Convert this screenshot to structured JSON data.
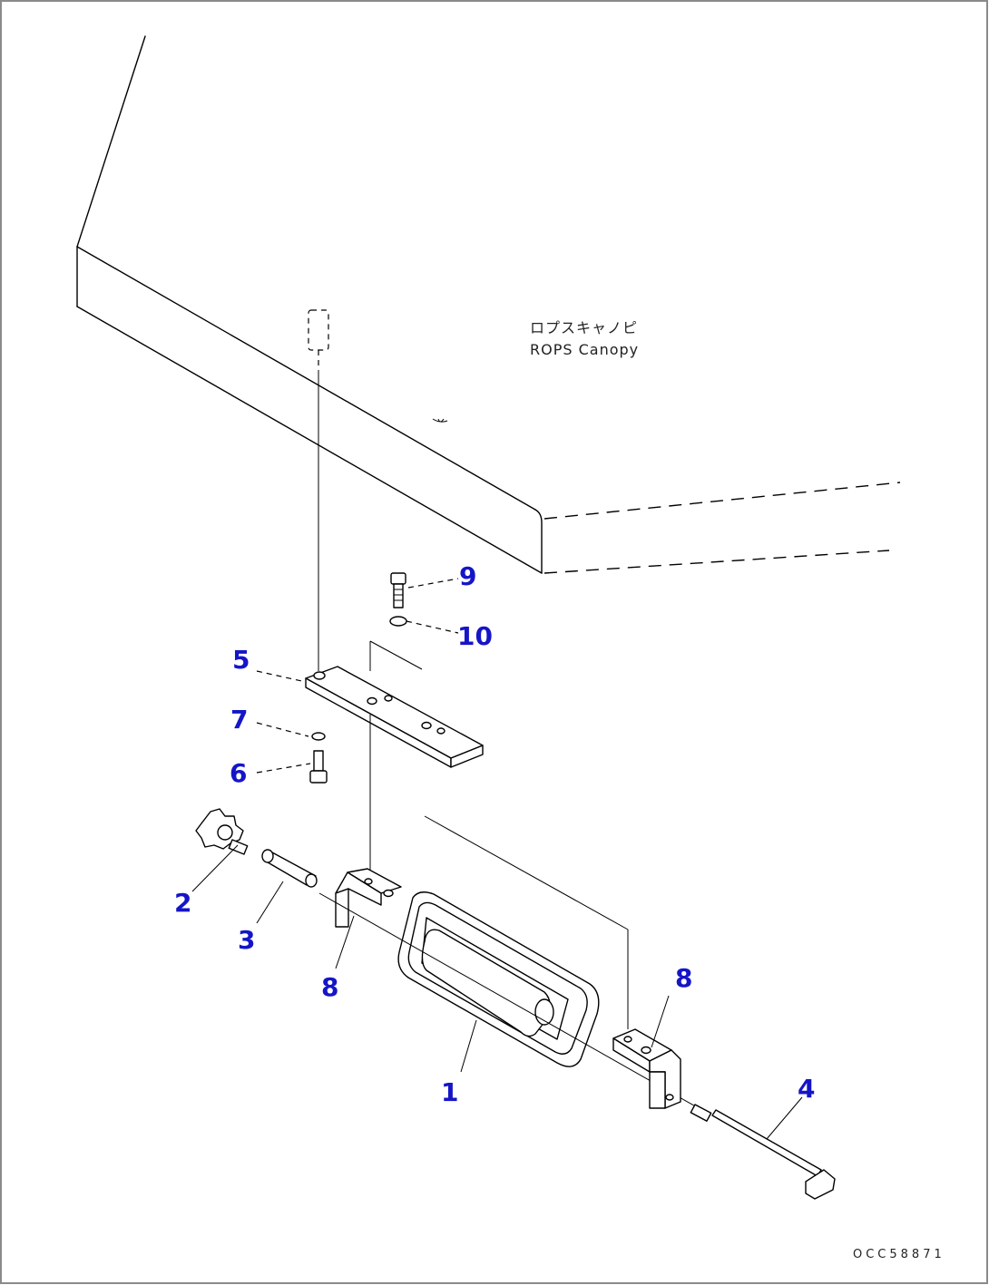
{
  "canopy_label": {
    "japanese": "ロプスキャノピ",
    "english": "ROPS Canopy"
  },
  "drawing_code": "OCC58871",
  "callouts": [
    {
      "id": "callout-1",
      "text": "1"
    },
    {
      "id": "callout-2",
      "text": "2"
    },
    {
      "id": "callout-3",
      "text": "3"
    },
    {
      "id": "callout-4",
      "text": "4"
    },
    {
      "id": "callout-5",
      "text": "5"
    },
    {
      "id": "callout-6",
      "text": "6"
    },
    {
      "id": "callout-7",
      "text": "7"
    },
    {
      "id": "callout-8a",
      "text": "8"
    },
    {
      "id": "callout-8b",
      "text": "8"
    },
    {
      "id": "callout-9",
      "text": "9"
    },
    {
      "id": "callout-10",
      "text": "10"
    }
  ],
  "colors": {
    "callout": "#1515c8",
    "line": "#000000",
    "border": "#8a8a8a"
  }
}
